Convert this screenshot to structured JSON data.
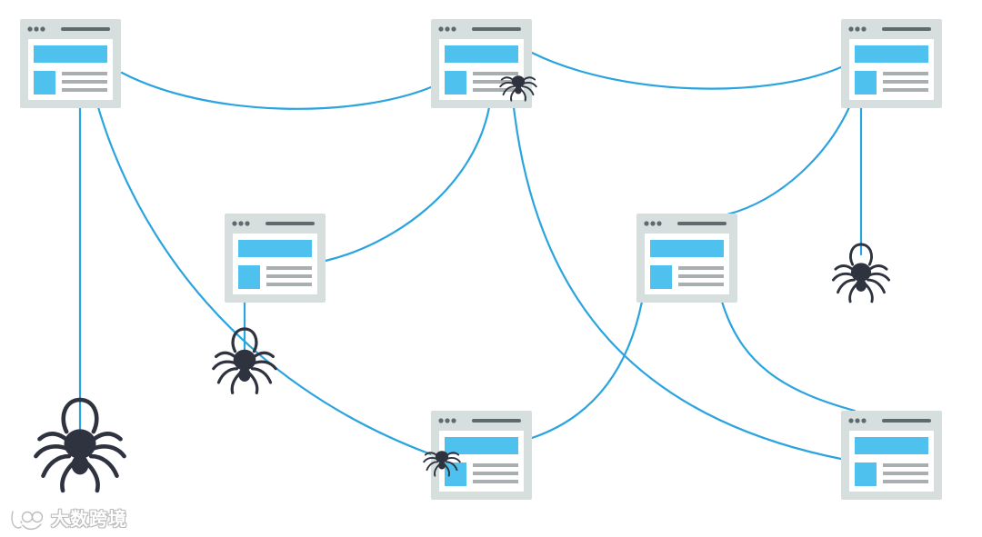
{
  "watermark": {
    "text": "大数跨境"
  },
  "colors": {
    "background": "#ffffff",
    "card_frame": "#d6dede",
    "card_inner": "#ffffff",
    "card_header_dots": "#5f6a6f",
    "card_header_bar": "#5f6a6f",
    "card_blue": "#4fc1ee",
    "card_lines": "#a9aeb1",
    "connector": "#2aa4df",
    "spider": "#2f3340"
  },
  "diagram": {
    "nodes": [
      {
        "id": "page-top-left",
        "icon": "webpage-icon"
      },
      {
        "id": "page-top-center",
        "icon": "webpage-icon"
      },
      {
        "id": "page-top-right",
        "icon": "webpage-icon"
      },
      {
        "id": "page-middle-left",
        "icon": "webpage-icon"
      },
      {
        "id": "page-middle-right",
        "icon": "webpage-icon"
      },
      {
        "id": "page-bottom-center",
        "icon": "webpage-icon"
      },
      {
        "id": "page-bottom-right",
        "icon": "webpage-icon"
      }
    ],
    "edges": [
      [
        "page-top-left",
        "page-top-center"
      ],
      [
        "page-top-center",
        "page-top-right"
      ],
      [
        "page-top-center",
        "page-middle-left"
      ],
      [
        "page-top-left",
        "page-bottom-center"
      ],
      [
        "page-top-center",
        "page-bottom-right"
      ],
      [
        "page-top-right",
        "page-middle-right"
      ],
      [
        "page-middle-right",
        "page-bottom-center"
      ],
      [
        "page-middle-right",
        "page-bottom-right"
      ]
    ],
    "spiders": [
      {
        "name": "spider-top-center",
        "icon": "spider-icon"
      },
      {
        "name": "spider-right-hanging",
        "icon": "spider-icon"
      },
      {
        "name": "spider-middle-left",
        "icon": "spider-icon"
      },
      {
        "name": "spider-bottom-center",
        "icon": "spider-icon"
      },
      {
        "name": "spider-bottom-left-large",
        "icon": "spider-icon"
      }
    ]
  }
}
